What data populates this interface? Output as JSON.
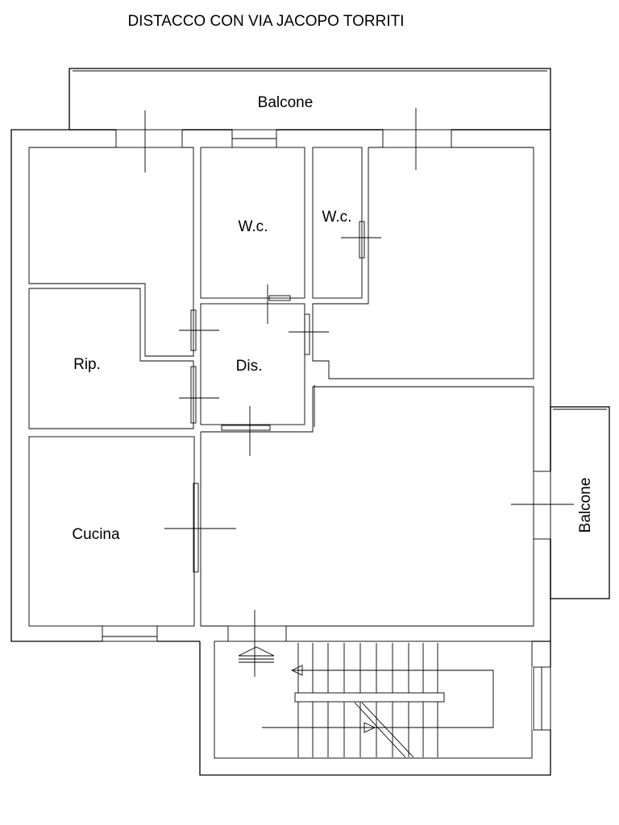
{
  "title": "DISTACCO CON VIA JACOPO TORRITI",
  "rooms": {
    "balcone_top": "Balcone",
    "wc_left": "W.c.",
    "wc_right": "W.c.",
    "ripostiglio": "Rip.",
    "disimpegno": "Dis.",
    "cucina": "Cucina",
    "balcone_right": "Balcone"
  }
}
